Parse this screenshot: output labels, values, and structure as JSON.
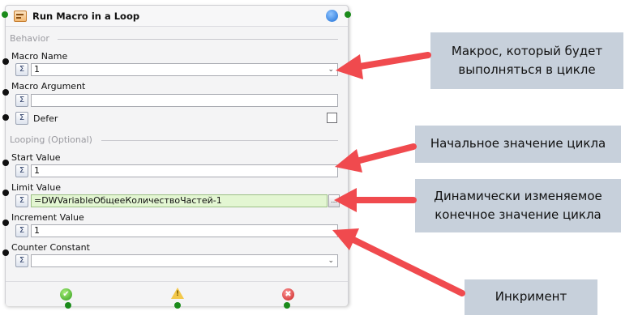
{
  "window": {
    "title": "Run Macro in a Loop",
    "help_glyph": "?"
  },
  "sections": {
    "behavior": "Behavior",
    "looping": "Looping (Optional)"
  },
  "fields": {
    "macro_name": {
      "label": "Macro Name",
      "value": "1"
    },
    "macro_argument": {
      "label": "Macro Argument",
      "value": ""
    },
    "defer": {
      "label": "Defer",
      "checked": false
    },
    "start_value": {
      "label": "Start Value",
      "value": "1"
    },
    "limit_value": {
      "label": "Limit Value",
      "value": "=DWVariableОбщееКоличествоЧастей-1"
    },
    "increment_value": {
      "label": "Increment Value",
      "value": "1"
    },
    "counter_constant": {
      "label": "Counter Constant",
      "value": ""
    }
  },
  "glyphs": {
    "sigma": "Σ",
    "dropdown": "⌄",
    "browse": "...",
    "ok": "✔",
    "warn": "!",
    "error": "✖"
  },
  "callouts": {
    "macro": "Макрос, который будет выполняться в цикле",
    "start": "Начальное значение цикла",
    "limit": "Динамически изменяемое конечное значение  цикла",
    "increment": "Инкримент"
  },
  "colors": {
    "callout_bg": "#c7d0db",
    "arrow": "#f04a4e",
    "connector_green": "#1a8a1a",
    "limit_field_bg": "#e3f6d2"
  }
}
